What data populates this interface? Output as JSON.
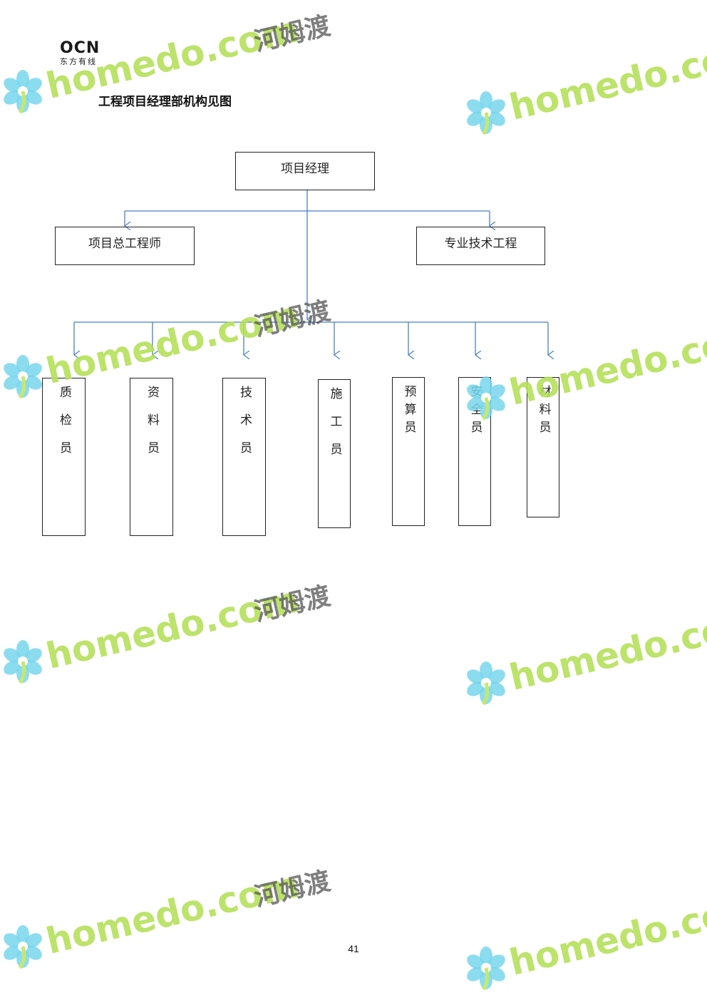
{
  "header": {
    "logo_mark": "OCN",
    "logo_sub": "东方有线"
  },
  "title": "工程项目经理部机构见图",
  "org_chart": {
    "root": "项目经理",
    "second_level": [
      "项目总工程师",
      "专业技术工程"
    ],
    "staff": [
      "质检员",
      "资料员",
      "技术员",
      "施工员",
      "预算员",
      "安全员",
      "材料员"
    ]
  },
  "watermark": {
    "text_latin": "homedo.com",
    "text_cn": "河姆渡",
    "colors": {
      "green": "#b5e05a",
      "cyan": "#5fd3ea",
      "petal": "#78d6ec",
      "stem": "#c8e86b"
    }
  },
  "connector_color": "#4a7fc1",
  "page_number": "41"
}
